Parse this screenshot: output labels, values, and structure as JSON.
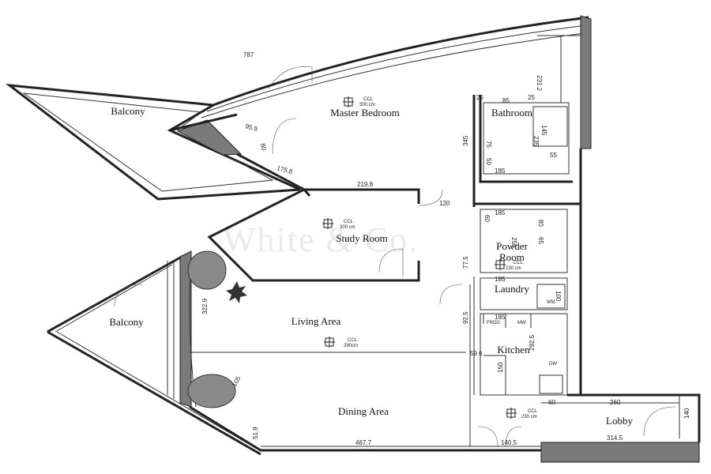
{
  "watermark": "White & Co.",
  "rooms": {
    "balcony_top": "Balcony",
    "master_bedroom": "Master Bedroom",
    "bathroom": "Bathroom",
    "study_room": "Study Room",
    "powder_room_1": "Powder",
    "powder_room_2": "Room",
    "laundry": "Laundry",
    "balcony_left": "Balcony",
    "living_area": "Living Area",
    "kitchen": "Kitchen",
    "dining_area": "Dining Area",
    "lobby": "Lobby"
  },
  "appliances": {
    "washing_machine": "WM",
    "fridge": "FRDG",
    "microwave": "MW",
    "dishwasher": "DW"
  },
  "ceiling_marks": {
    "label": "CCL",
    "master": "300 cm",
    "study": "300 cm",
    "powder": "230 cm",
    "living": "290cm",
    "kitchen": "230 cm"
  },
  "dimensions": {
    "d_787": "787",
    "d_231_2": "231.2",
    "d_25a": "25",
    "d_85": "85",
    "d_25b": "25",
    "d_95_9": "95.9",
    "d_80": "80",
    "d_175_8": "175.8",
    "d_345": "345",
    "d_75": "75",
    "d_50": "50",
    "d_185_bath": "185",
    "d_55": "55",
    "d_235": "235",
    "d_145": "145",
    "d_219_8": "219.8",
    "d_120": "120",
    "d_185_powder": "185",
    "d_60a": "60",
    "d_80b": "80",
    "d_65": "65",
    "d_255": "255",
    "d_77_5": "77.5",
    "d_185_laundry": "185",
    "d_100": "100",
    "d_92_5": "92.5",
    "d_185_kitchen": "185",
    "d_322_9": "322.9",
    "d_59_6": "59.6",
    "d_292_5": "292.5",
    "d_150": "150",
    "d_60b": "60",
    "d_260": "260",
    "d_105": "105",
    "d_140": "140",
    "d_51_9": "51.9",
    "d_467_7": "467.7",
    "d_140_5": "140.5",
    "d_314_5": "314.5"
  }
}
